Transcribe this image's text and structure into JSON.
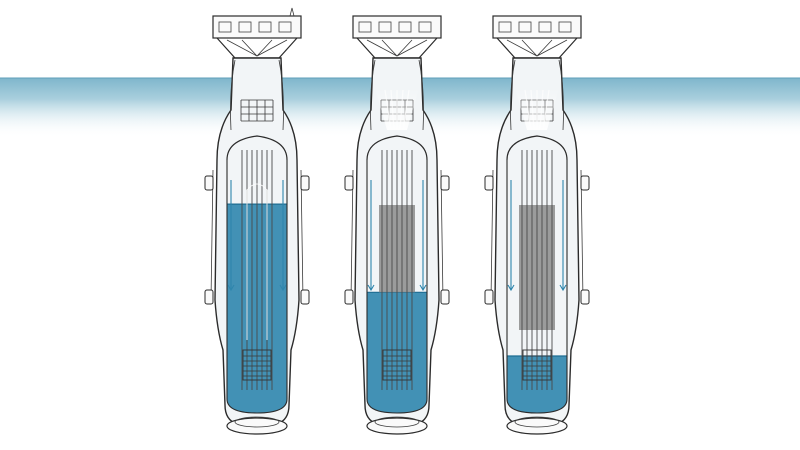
{
  "diagram": {
    "kind": "reactor-vessel-cutaway-sequence",
    "panel_count": 3,
    "panels": [
      {
        "id": "panel-1",
        "coolant_level": 0.82,
        "steam_venting": false
      },
      {
        "id": "panel-2",
        "coolant_level": 0.46,
        "steam_venting": true
      },
      {
        "id": "panel-3",
        "coolant_level": 0.2,
        "steam_venting": true
      }
    ],
    "colors": {
      "background": "#ffffff",
      "water_band": "#7fb6cc",
      "coolant": "#2f86ad",
      "coolant_dark": "#1e6d92",
      "vessel_outline": "#2b2b2b",
      "vessel_fill": "#f2f5f7",
      "core_exposed": "#8c8c8c",
      "flow_arrow": "#2f86ad"
    }
  }
}
